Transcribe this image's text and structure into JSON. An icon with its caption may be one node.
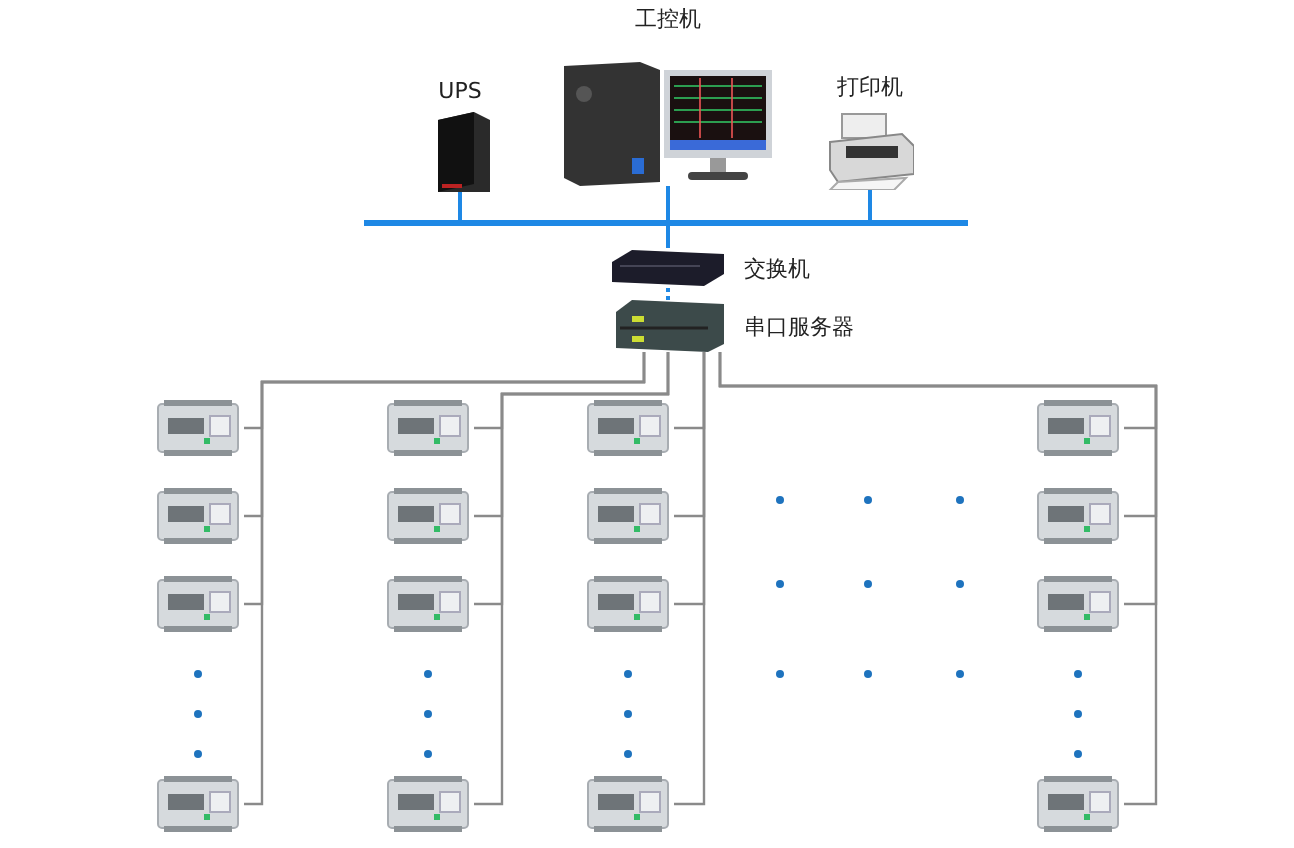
{
  "diagram": {
    "nodes": [
      {
        "text": [
          "UPS"
        ]
      },
      {
        "text": [
          "工控机"
        ]
      },
      {
        "text": [
          "打印机"
        ]
      },
      {
        "text": [],
        "shape": "bar"
      },
      {
        "text": [
          "交换机"
        ]
      },
      {
        "text": [
          "串口服务器"
        ]
      },
      {
        "text": [],
        "shape": "picture"
      },
      {
        "text": [],
        "shape": "picture"
      },
      {
        "text": [],
        "shape": "picture"
      },
      {
        "text": [],
        "shape": "picture"
      },
      {
        "text": [],
        "shape": "picture"
      },
      {
        "text": [],
        "shape": "picture"
      },
      {
        "text": [],
        "shape": "picture"
      },
      {
        "text": [],
        "shape": "picture"
      },
      {
        "text": [],
        "shape": "picture"
      },
      {
        "text": [],
        "shape": "picture"
      },
      {
        "text": [],
        "shape": "picture"
      },
      {
        "text": [],
        "shape": "picture"
      },
      {
        "text": [],
        "shape": "picture"
      },
      {
        "text": [],
        "shape": "picture"
      },
      {
        "text": [],
        "shape": "picture"
      },
      {
        "text": [],
        "shape": "picture"
      }
    ],
    "edges": [
      {
        "from": 0,
        "to": 3,
        "arrow": "none",
        "color": "#1e88e5"
      },
      {
        "from": 1,
        "to": 3,
        "arrow": "none",
        "color": "#1e88e5"
      },
      {
        "from": 2,
        "to": 3,
        "arrow": "none",
        "color": "#1e88e5"
      },
      {
        "from": 3,
        "to": 4,
        "arrow": "none",
        "color": "#1e88e5"
      },
      {
        "from": 4,
        "to": 5,
        "arrow": "none",
        "color": "#1e88e5",
        "style": "dashed"
      },
      {
        "from": 5,
        "to": 6,
        "arrow": "none"
      },
      {
        "from": 5,
        "to": 7,
        "arrow": "none"
      },
      {
        "from": 5,
        "to": 8,
        "arrow": "none"
      },
      {
        "from": 5,
        "to": 9,
        "arrow": "none"
      },
      {
        "from": 5,
        "to": 10,
        "arrow": "none"
      },
      {
        "from": 5,
        "to": 11,
        "arrow": "none"
      },
      {
        "from": 5,
        "to": 12,
        "arrow": "none"
      },
      {
        "from": 5,
        "to": 13,
        "arrow": "none"
      },
      {
        "from": 5,
        "to": 14,
        "arrow": "none"
      },
      {
        "from": 5,
        "to": 15,
        "arrow": "none"
      },
      {
        "from": 5,
        "to": 16,
        "arrow": "none"
      },
      {
        "from": 5,
        "to": 17,
        "arrow": "none"
      },
      {
        "from": 5,
        "to": 18,
        "arrow": "none"
      },
      {
        "from": 5,
        "to": 19,
        "arrow": "none"
      },
      {
        "from": 5,
        "to": 20,
        "arrow": "none"
      },
      {
        "from": 5,
        "to": 21,
        "arrow": "none"
      }
    ]
  }
}
